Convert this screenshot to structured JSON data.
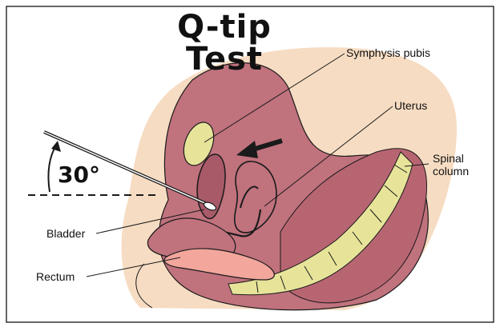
{
  "title": "Q-tip Test",
  "angle": "30°",
  "labels": {
    "symphysis": "Symphysis pubis",
    "uterus": "Uterus",
    "spinal": [
      "Spinal",
      "column"
    ],
    "bladder": "Bladder",
    "rectum": "Rectum"
  },
  "colors": {
    "skin": "#f6dcc2",
    "tissue": "#c0727d",
    "tissue_dark": "#a85a68",
    "bone": "#e7e49a",
    "rectum": "#f2a69c",
    "outline": "#1a1a1a"
  }
}
